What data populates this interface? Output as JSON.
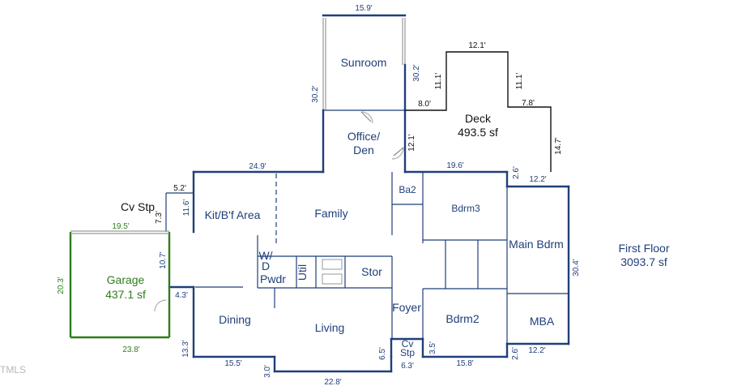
{
  "colors": {
    "walls": "#1f3f7a",
    "deck": "#111111",
    "garage": "#2f7d1a",
    "windows": "#9a9a9a"
  },
  "floor": {
    "name": "First Floor",
    "area": "3093.7 sf"
  },
  "rooms": {
    "sunroom": "Sunroom",
    "office_1": "Office/",
    "office_2": "Den",
    "deck": "Deck",
    "deck_area": "493.5 sf",
    "ba2": "Ba2",
    "bdrm3": "Bdrm3",
    "kitchen": "Kit/B'f Area",
    "family": "Family",
    "main_bdrm": "Main Bdrm",
    "wd_1": "W/",
    "wd_2": "D",
    "pwdr": "Pwdr",
    "util": "Util",
    "stor": "Stor",
    "foyer": "Foyer",
    "dining": "Dining",
    "living": "Living",
    "bdrm2": "Bdrm2",
    "mba": "MBA",
    "cv_stp_side": "Cv Stp",
    "cv_stp_front_1": "Cv",
    "cv_stp_front_2": "Stp",
    "garage": "Garage",
    "garage_area": "437.1 sf"
  },
  "dims": {
    "sunroom_top": "15.9'",
    "sunroom_right": "30.2'",
    "sunroom_left": "30.2'",
    "deck_top": "12.1'",
    "deck_left_up": "11.1'",
    "deck_right_up": "11.1'",
    "deck_step_left": "8.0'",
    "deck_step_right": "7.8'",
    "deck_left": "12.1'",
    "deck_right": "14.7'",
    "deck_bottom": "19.6'",
    "deck_small": "2.6'",
    "house_top": "24.9'",
    "cvstp_top": "5.2'",
    "cvstp_side": "7.3'",
    "kit_side": "11.6'",
    "main_top": "12.2'",
    "main_right": "30.4'",
    "garage_top": "19.5'",
    "garage_left": "20.3'",
    "garage_bottom": "23.8'",
    "kit_lower": "10.7'",
    "dining_step": "4.3'",
    "dining_left": "13.3'",
    "dining_bottom": "15.5'",
    "living_step": "3.0'",
    "living_bottom": "22.8'",
    "foyer_left": "6.5'",
    "cv_bottom": "6.3'",
    "cv_right": "3.5'",
    "bdrm2_bottom": "15.8'",
    "mba_small": "2.6'",
    "mba_bottom": "12.2'"
  },
  "watermark": "TMLS"
}
